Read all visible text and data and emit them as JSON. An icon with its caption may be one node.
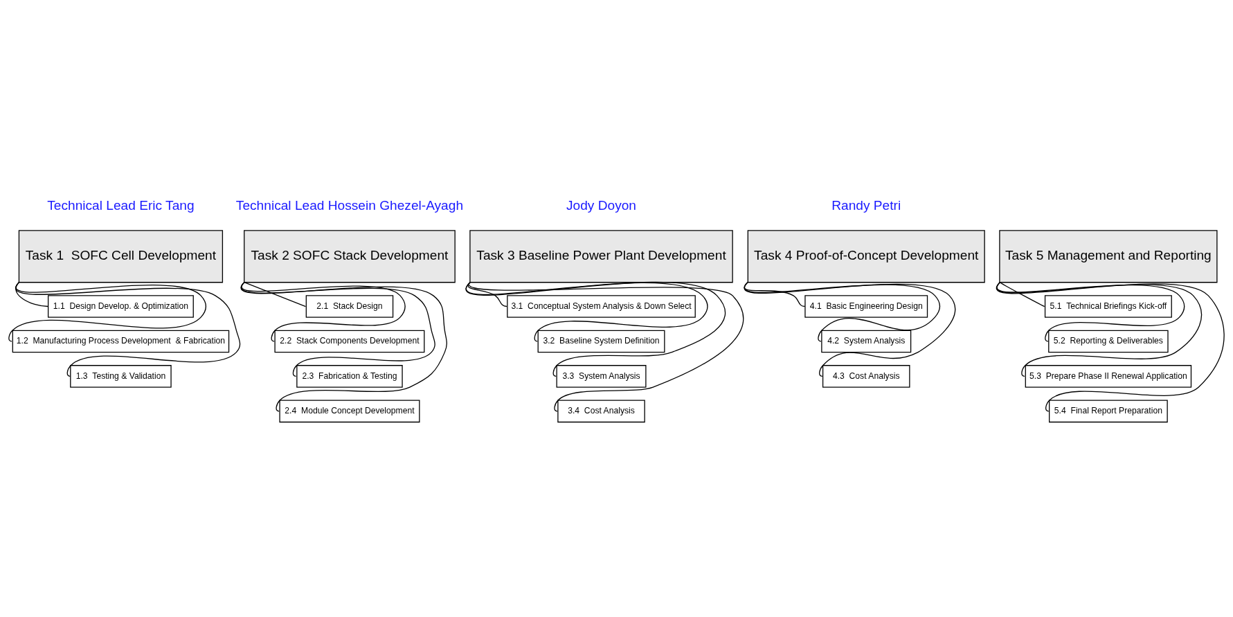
{
  "diagram": {
    "nodes": [
      {
        "text": [
          "Task 1  SOFC Cell Development"
        ]
      },
      {
        "text": [
          "1.1  Design Develop. & Optimization"
        ]
      },
      {
        "text": [
          "1.2  Manufacturing Process Development  & Fabrication"
        ]
      },
      {
        "text": [
          "1.3  Testing & Validation"
        ]
      },
      {
        "text": [
          "Task 2 SOFC Stack Development"
        ]
      },
      {
        "text": [
          "2.1  Stack Design"
        ]
      },
      {
        "text": [
          "2.2  Stack Components Development"
        ]
      },
      {
        "text": [
          "2.3  Fabrication & Testing"
        ]
      },
      {
        "text": [
          "2.4  Module Concept Development"
        ]
      },
      {
        "text": [
          "Task 3 Baseline Power Plant Development"
        ]
      },
      {
        "text": [
          "3.1  Conceptual System Analysis & Down Select"
        ]
      },
      {
        "text": [
          "3.2  Baseline System Definition"
        ]
      },
      {
        "text": [
          "3.3  System Analysis"
        ]
      },
      {
        "text": [
          "3.4  Cost Analysis"
        ]
      },
      {
        "text": [
          "Task 4 Proof-of-Concept Development"
        ]
      },
      {
        "text": [
          "4.1  Basic Engineering Design"
        ]
      },
      {
        "text": [
          "4.2  System Analysis"
        ]
      },
      {
        "text": [
          "4.3  Cost Analysis"
        ]
      },
      {
        "text": [
          "Task 5 Management and Reporting"
        ]
      },
      {
        "text": [
          "5.1  Technical Briefings Kick-off"
        ]
      },
      {
        "text": [
          "5.2  Reporting & Deliverables"
        ]
      },
      {
        "text": [
          "5.3  Prepare Phase II Renewal Application"
        ]
      },
      {
        "text": [
          "5.4  Final Report Preparation"
        ]
      }
    ],
    "edges": [
      {
        "from": 0,
        "to": 1,
        "arrow": "none"
      },
      {
        "from": 0,
        "to": 2,
        "arrow": "none"
      },
      {
        "from": 0,
        "to": 3,
        "arrow": "none"
      },
      {
        "from": 4,
        "to": 5,
        "arrow": "none"
      },
      {
        "from": 4,
        "to": 6,
        "arrow": "none"
      },
      {
        "from": 4,
        "to": 7,
        "arrow": "none"
      },
      {
        "from": 4,
        "to": 8,
        "arrow": "none"
      },
      {
        "from": 9,
        "to": 10,
        "arrow": "none"
      },
      {
        "from": 9,
        "to": 11,
        "arrow": "none"
      },
      {
        "from": 9,
        "to": 12,
        "arrow": "none"
      },
      {
        "from": 9,
        "to": 13,
        "arrow": "none"
      },
      {
        "from": 14,
        "to": 15,
        "arrow": "none"
      },
      {
        "from": 14,
        "to": 16,
        "arrow": "none"
      },
      {
        "from": 14,
        "to": 17,
        "arrow": "none"
      },
      {
        "from": 18,
        "to": 19,
        "arrow": "none"
      },
      {
        "from": 18,
        "to": 20,
        "arrow": "none"
      },
      {
        "from": 18,
        "to": 21,
        "arrow": "none"
      },
      {
        "from": 18,
        "to": 22,
        "arrow": "none"
      }
    ],
    "labels": [
      "Technical Lead Eric Tang",
      "Technical Lead Hossein Ghezel-Ayagh",
      "Jody Doyon",
      "Randy Petri"
    ]
  }
}
